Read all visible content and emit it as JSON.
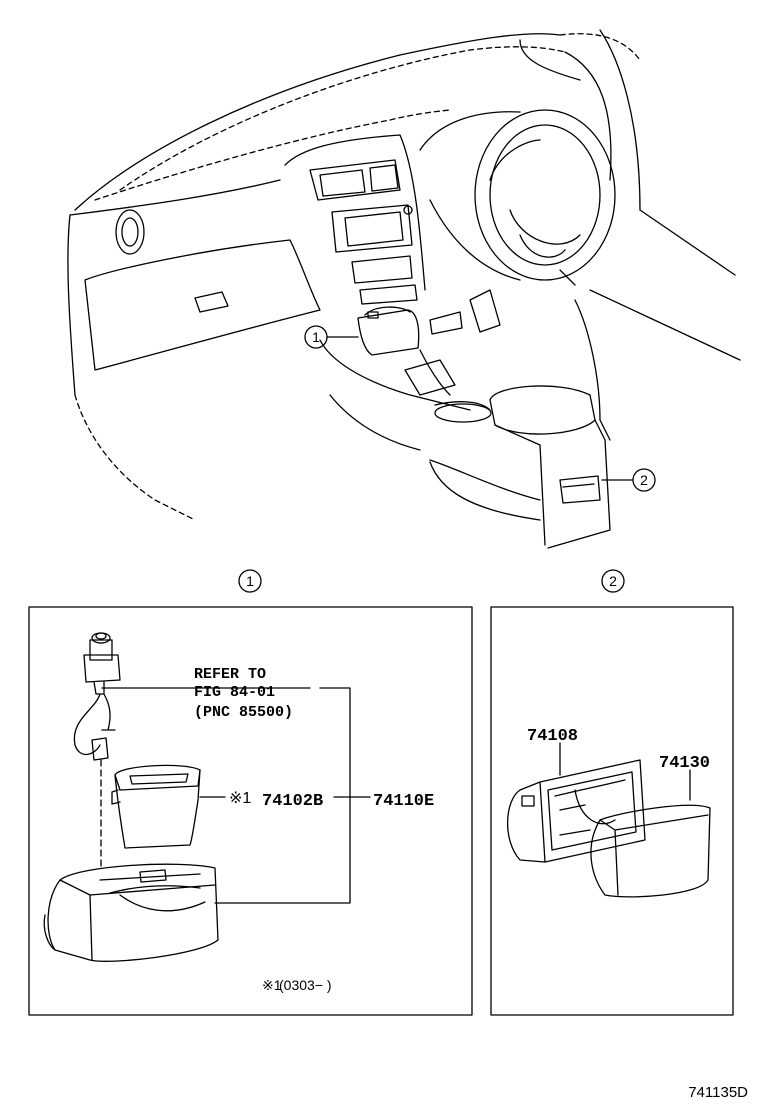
{
  "overview": {
    "callout_1": "1",
    "callout_2": "2"
  },
  "panel_1": {
    "header": "1",
    "refer_line1": "REFER TO",
    "refer_line2": "FIG 84-01",
    "refer_line3": "(PNC 85500)",
    "part_a_mark": "※1",
    "part_a_number": "74102B",
    "part_b_number": "74110E",
    "footnote_mark": "※1",
    "footnote_text": "(0303−    )"
  },
  "panel_2": {
    "header": "2",
    "part_a_number": "74108",
    "part_b_number": "74130"
  },
  "figure_id": "741135D"
}
